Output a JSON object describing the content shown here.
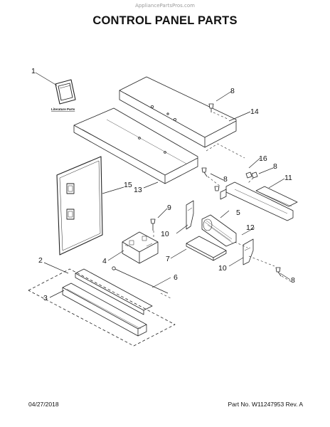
{
  "header": {
    "watermark": "AppliancePartsPros.com",
    "title": "CONTROL PANEL PARTS"
  },
  "literature_label": "Literature Parts",
  "callouts": {
    "c1": "1",
    "c2": "2",
    "c3": "3",
    "c4": "4",
    "c5": "5",
    "c6": "6",
    "c7": "7",
    "c8a": "8",
    "c8b": "8",
    "c8c": "8",
    "c8d": "8",
    "c9": "9",
    "c10a": "10",
    "c10b": "10",
    "c11": "11",
    "c12": "12",
    "c13": "13",
    "c14": "14",
    "c15": "15",
    "c16": "16"
  },
  "footer": {
    "date": "04/27/2018",
    "part_no": "Part No.  W11247953  Rev. A"
  }
}
